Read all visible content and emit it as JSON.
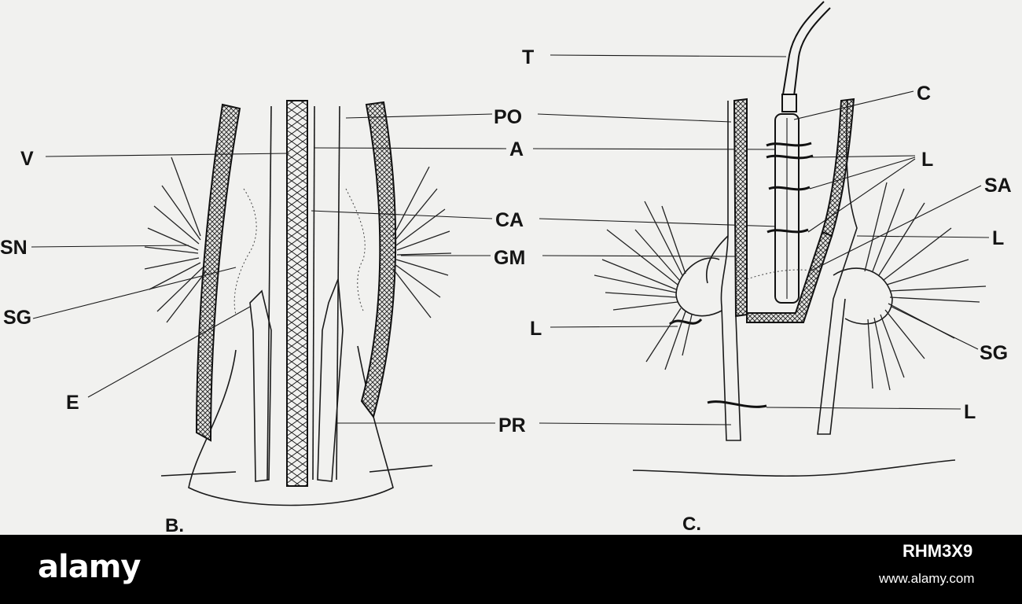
{
  "figure": {
    "labels_b": {
      "v": "V",
      "sn": "SN",
      "sg": "SG",
      "e": "E"
    },
    "labels_center": {
      "t": "T",
      "po": "PO",
      "a": "A",
      "ca": "CA",
      "gm": "GM",
      "l": "L",
      "pr": "PR"
    },
    "labels_c": {
      "c": "C",
      "l1": "L",
      "sa": "SA",
      "l2": "L",
      "sg": "SG",
      "l3": "L"
    },
    "panels": {
      "b": "B.",
      "c": "C."
    }
  },
  "watermark": {
    "brand": "alamy",
    "image_id": "RHM3X9",
    "site": "www.alamy.com"
  },
  "colors": {
    "background": "#f1f1ef",
    "ink": "#141414",
    "footer": "#000000"
  }
}
